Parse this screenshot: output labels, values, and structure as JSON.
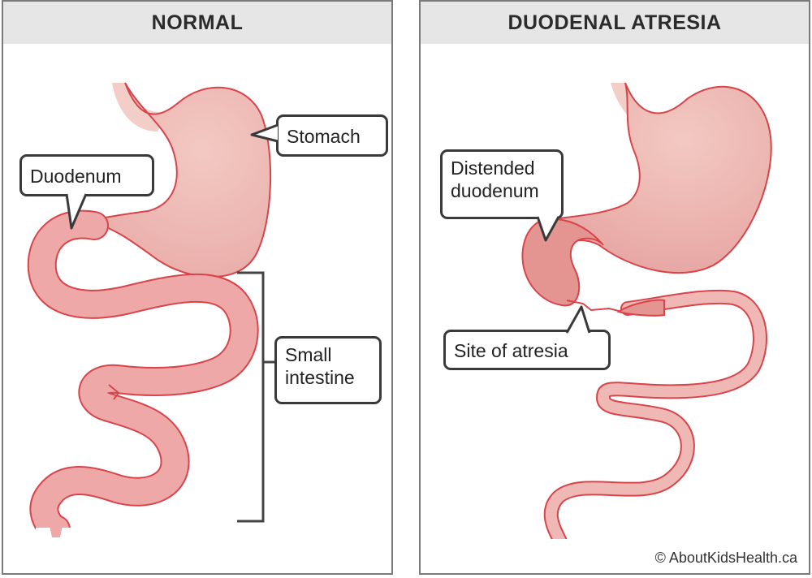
{
  "panels": {
    "normal": {
      "title": "NORMAL",
      "labels": {
        "stomach": "Stomach",
        "duodenum": "Duodenum",
        "small_intestine_line1": "Small",
        "small_intestine_line2": "intestine"
      }
    },
    "atresia": {
      "title": "DUODENAL ATRESIA",
      "labels": {
        "distended_line1": "Distended",
        "distended_line2": "duodenum",
        "site": "Site of atresia"
      }
    }
  },
  "copyright": "© AboutKidsHealth.ca",
  "colors": {
    "organ_fill": "#e8a6a4",
    "organ_light": "#f0c3bd",
    "organ_outline": "#d9444a",
    "header_bg": "#e6e6e6",
    "callout_border": "#3a3a3a"
  }
}
